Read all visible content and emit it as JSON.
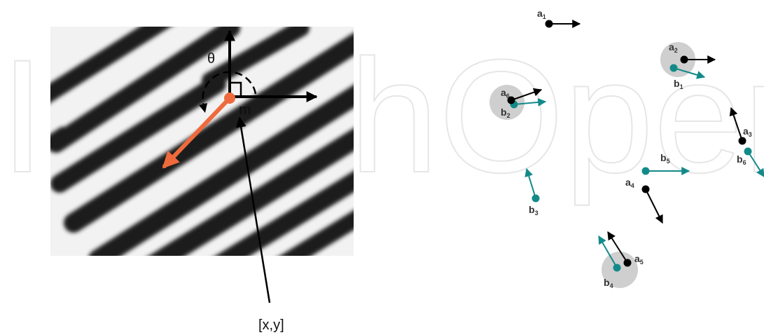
{
  "fingerprint_panel": {
    "theta_label": "θ",
    "m_label": "m",
    "position_label": "[x,y]",
    "colors": {
      "minutia_point": "#ee6a3c",
      "direction_arrow": "#ee6a3c",
      "axes": "#000000",
      "ridge_dark": "#1e1e1e",
      "background": "#f2f2f2"
    }
  },
  "watermark": {
    "text": "IntechOpen",
    "color": "#e6e6e6"
  },
  "minutiae_panel": {
    "colors": {
      "set_a": "#000000",
      "set_b": "#138a8a",
      "match_highlight": "#cfcfcf"
    },
    "set_a": [
      {
        "letter": "a",
        "index": "1"
      },
      {
        "letter": "a",
        "index": "2"
      },
      {
        "letter": "a",
        "index": "3"
      },
      {
        "letter": "a",
        "index": "4"
      },
      {
        "letter": "a",
        "index": "5"
      },
      {
        "letter": "a",
        "index": "6"
      }
    ],
    "set_b": [
      {
        "letter": "b",
        "index": "1"
      },
      {
        "letter": "b",
        "index": "2"
      },
      {
        "letter": "b",
        "index": "3"
      },
      {
        "letter": "b",
        "index": "4"
      },
      {
        "letter": "b",
        "index": "5"
      },
      {
        "letter": "b",
        "index": "6"
      }
    ]
  }
}
